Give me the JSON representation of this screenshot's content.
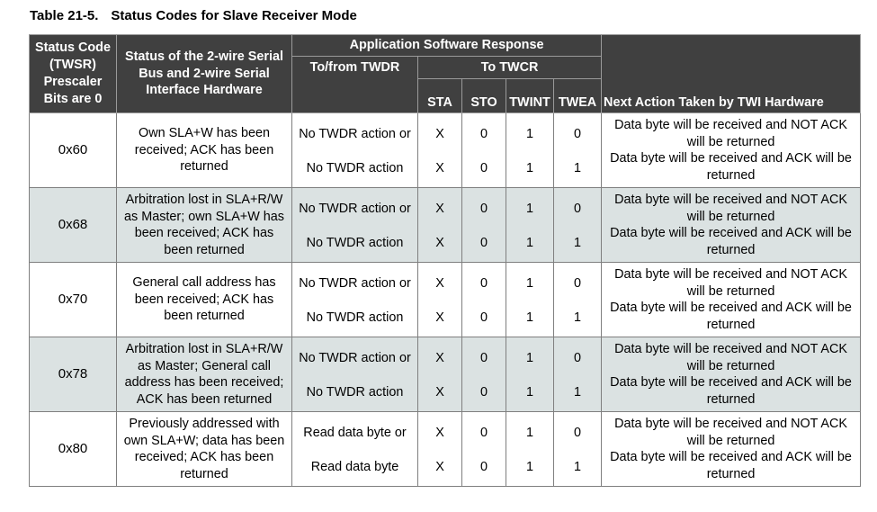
{
  "caption": {
    "number": "Table 21-5.",
    "title": "Status Codes for Slave Receiver Mode"
  },
  "header": {
    "status_code": [
      "Status Code",
      "(TWSR)",
      "Prescaler",
      "Bits are 0"
    ],
    "status_desc": [
      "Status of the 2-wire Serial",
      "Bus and 2-wire Serial",
      "Interface Hardware"
    ],
    "app_response": "Application Software Response",
    "to_from_twdr": "To/from TWDR",
    "to_twcr": "To TWCR",
    "sta": "STA",
    "sto": "STO",
    "twint": "TWINT",
    "twea": "TWEA",
    "next_action": "Next Action Taken by TWI Hardware"
  },
  "rows": [
    {
      "code": "0x60",
      "status": [
        "Own SLA+W has been",
        "received; ACK has been",
        "returned"
      ],
      "twdr": [
        "No TWDR action or",
        "No TWDR action"
      ],
      "sta": [
        "X",
        "X"
      ],
      "sto": [
        "0",
        "0"
      ],
      "twint": [
        "1",
        "1"
      ],
      "twea": [
        "0",
        "1"
      ],
      "next": [
        [
          "Data byte will be received and NOT ACK",
          "will be returned"
        ],
        [
          "Data byte will be received and ACK will be",
          "returned"
        ]
      ]
    },
    {
      "code": "0x68",
      "status": [
        "Arbitration lost in SLA+R/W",
        "as Master; own SLA+W has",
        "been received; ACK has",
        "been returned"
      ],
      "twdr": [
        "No TWDR action or",
        "No TWDR action"
      ],
      "sta": [
        "X",
        "X"
      ],
      "sto": [
        "0",
        "0"
      ],
      "twint": [
        "1",
        "1"
      ],
      "twea": [
        "0",
        "1"
      ],
      "next": [
        [
          "Data byte will be received and NOT ACK",
          "will be returned"
        ],
        [
          "Data byte will be received and ACK will be",
          "returned"
        ]
      ]
    },
    {
      "code": "0x70",
      "status": [
        "General call address has",
        "been received; ACK has",
        "been returned"
      ],
      "twdr": [
        "No TWDR action or",
        "No TWDR action"
      ],
      "sta": [
        "X",
        "X"
      ],
      "sto": [
        "0",
        "0"
      ],
      "twint": [
        "1",
        "1"
      ],
      "twea": [
        "0",
        "1"
      ],
      "next": [
        [
          "Data byte will be received and NOT ACK",
          "will be returned"
        ],
        [
          "Data byte will be received and ACK will be",
          "returned"
        ]
      ]
    },
    {
      "code": "0x78",
      "status": [
        "Arbitration lost in SLA+R/W",
        "as Master; General call",
        "address has been received;",
        "ACK has been returned"
      ],
      "twdr": [
        "No TWDR action or",
        "No TWDR action"
      ],
      "sta": [
        "X",
        "X"
      ],
      "sto": [
        "0",
        "0"
      ],
      "twint": [
        "1",
        "1"
      ],
      "twea": [
        "0",
        "1"
      ],
      "next": [
        [
          "Data byte will be received and NOT ACK",
          "will be returned"
        ],
        [
          "Data byte will be received and ACK will be",
          "returned"
        ]
      ]
    },
    {
      "code": "0x80",
      "status": [
        "Previously addressed with",
        "own SLA+W; data has been",
        "received; ACK has been",
        "returned"
      ],
      "twdr": [
        "Read data byte or",
        "Read data byte"
      ],
      "sta": [
        "X",
        "X"
      ],
      "sto": [
        "0",
        "0"
      ],
      "twint": [
        "1",
        "1"
      ],
      "twea": [
        "0",
        "1"
      ],
      "next": [
        [
          "Data byte will be received and NOT ACK",
          "will be returned"
        ],
        [
          "Data byte will be received and ACK will be",
          "returned"
        ]
      ]
    }
  ]
}
